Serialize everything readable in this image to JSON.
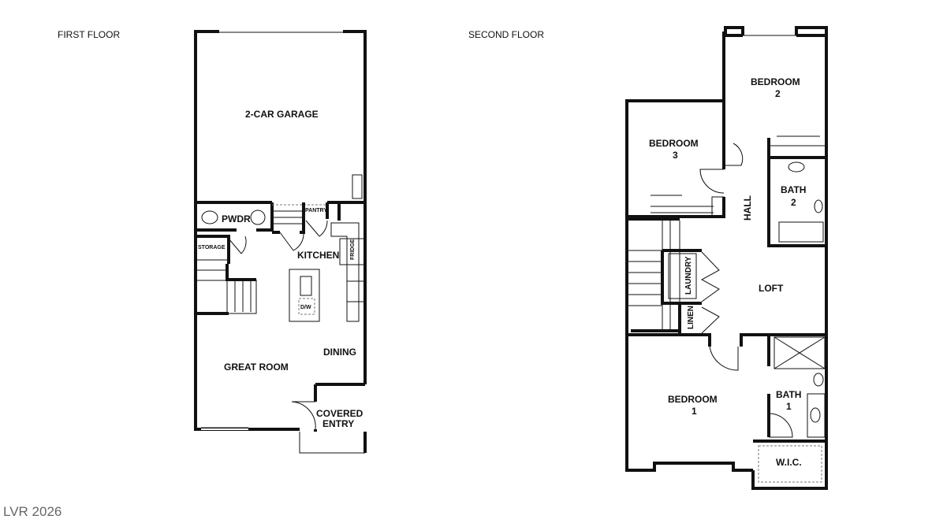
{
  "first_floor": {
    "title": "FIRST FLOOR",
    "rooms": {
      "garage": "2-CAR GARAGE",
      "powder": "PWDR",
      "pantry": "PANTRY",
      "storage": "STORAGE",
      "kitchen": "KITCHEN",
      "fridge": "FRIDGE",
      "dishwasher": "D/W",
      "great_room": "GREAT ROOM",
      "dining": "DINING",
      "covered_entry_1": "COVERED",
      "covered_entry_2": "ENTRY"
    }
  },
  "second_floor": {
    "title": "SECOND FLOOR",
    "rooms": {
      "bedroom2_1": "BEDROOM",
      "bedroom2_2": "2",
      "bedroom3_1": "BEDROOM",
      "bedroom3_2": "3",
      "bath2_1": "BATH",
      "bath2_2": "2",
      "hall": "HALL",
      "laundry": "LAUNDRY",
      "linen": "LINEN",
      "loft": "LOFT",
      "bedroom1_1": "BEDROOM",
      "bedroom1_2": "1",
      "bath1_1": "BATH",
      "bath1_2": "1",
      "wic": "W.I.C."
    }
  },
  "watermark": "LVR 2026"
}
